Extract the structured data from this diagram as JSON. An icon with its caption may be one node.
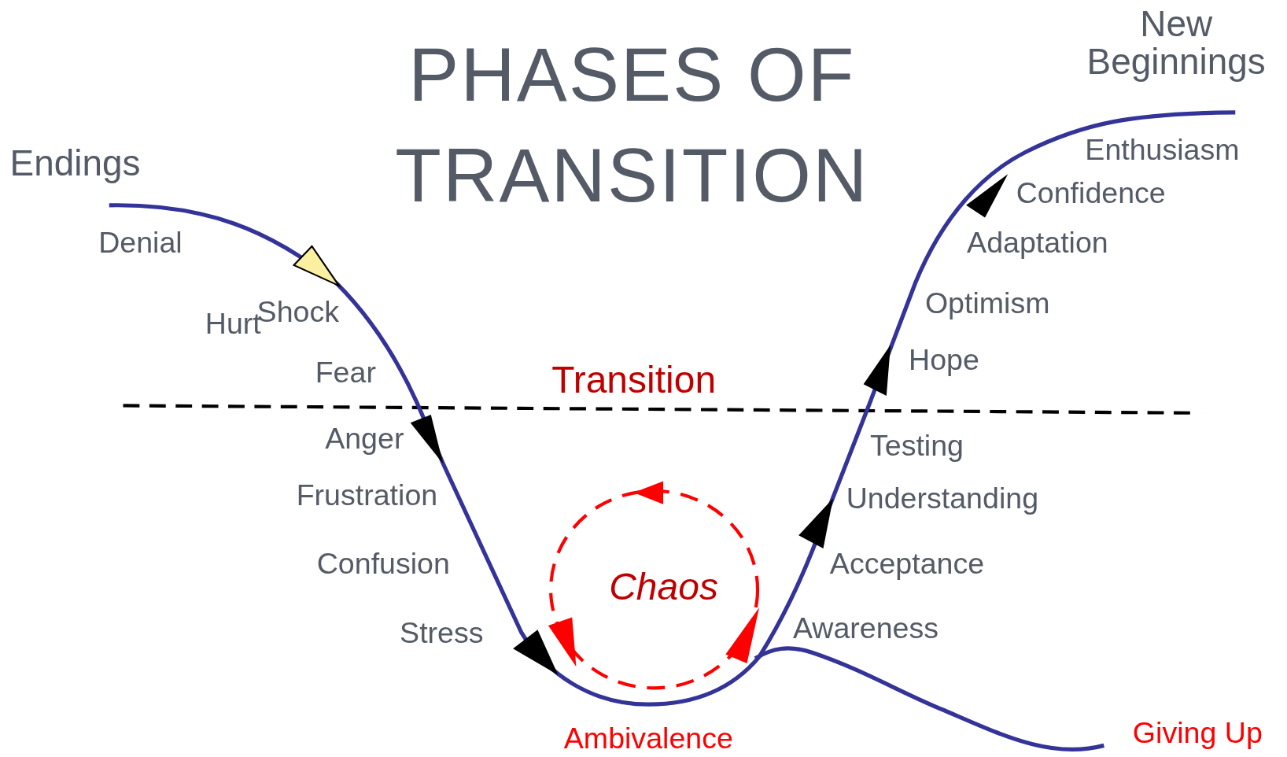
{
  "diagram": {
    "title": "PHASES OF TRANSITION",
    "labels": [
      "New Beginnings",
      "Endings",
      "Enthusiasm",
      "Confidence",
      "Denial",
      "Adaptation",
      "Optimism",
      "Shock",
      "Hurt",
      "Hope",
      "Fear",
      "Transition",
      "Anger",
      "Testing",
      "Frustration",
      "Understanding",
      "Confusion",
      "Acceptance",
      "Chaos",
      "Awareness",
      "Stress",
      "Giving Up",
      "Ambivalence"
    ]
  }
}
